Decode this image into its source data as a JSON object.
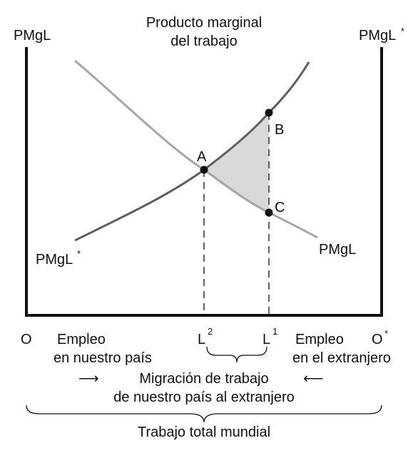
{
  "title": {
    "line1": "Producto marginal",
    "line2": "del trabajo"
  },
  "axes": {
    "left_label": "PMgL",
    "right_label": "PMgL",
    "right_label_sup": "*",
    "origin_left": "O",
    "origin_right": "O",
    "origin_right_sup": "*"
  },
  "curves": {
    "home_label": "PMgL",
    "foreign_label": "PMgL",
    "foreign_label_sup": "*",
    "home_color": "#a6a6a6",
    "foreign_color": "#5f5f5f",
    "shaded_color": "#d9d9d9"
  },
  "points": {
    "a": "A",
    "b": "B",
    "c": "C"
  },
  "ticks": {
    "l2": "L",
    "l2_sup": "2",
    "l1": "L",
    "l1_sup": "1"
  },
  "labels": {
    "home_employment_1": "Empleo",
    "home_employment_2": "en nuestro país",
    "foreign_employment_1": "Empleo",
    "foreign_employment_2": "en el extranjero",
    "migration_1": "Migración de trabajo",
    "migration_2": "de nuestro país al extranjero",
    "arrow_right": "⟶",
    "arrow_left": "⟵",
    "total": "Trabajo total mundial"
  }
}
